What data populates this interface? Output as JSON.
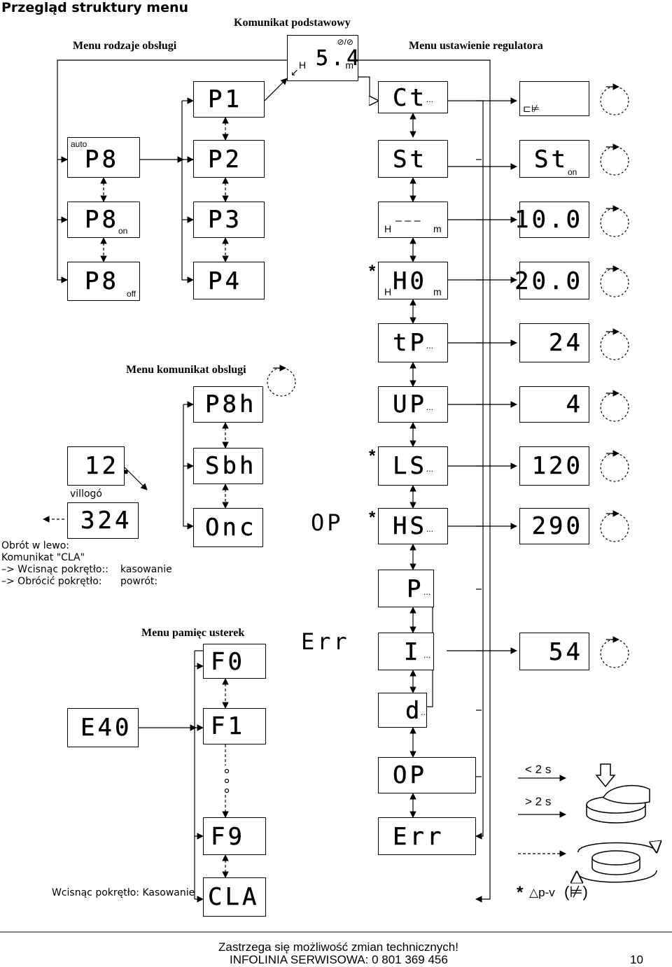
{
  "page": {
    "title": "Przegląd struktury menu",
    "footer_notice": "Zastrzega się możliwość zmian technicznych!",
    "footer_hotline": "INFOLINIA SERWISOWA: 0 801 369 456",
    "page_number": "10"
  },
  "headings": {
    "basic_message": "Komunikat podstawowy",
    "operating_modes_menu": "Menu rodzaje obsługi",
    "controller_settings_menu": "Menu ustawienie regulatora",
    "service_message_menu": "Menu komunikat obslugi",
    "fault_memory_menu": "Menu pamięc usterek"
  },
  "basic_display": {
    "segment_text": "5.4",
    "left_unit": "H",
    "right_unit": "m",
    "status_symbol": "⊘/⊘"
  },
  "operating_modes": {
    "column_left": [
      {
        "segment": "P8",
        "indicator": "auto"
      },
      {
        "segment": "P8",
        "indicator": "on"
      },
      {
        "segment": "P8",
        "indicator": "off"
      }
    ],
    "column_right": [
      "P1",
      "P2",
      "P3",
      "P4"
    ]
  },
  "service_menu": {
    "displays": [
      "P8h",
      "Sbh",
      "Onc"
    ],
    "counter_display": "12.",
    "counter_value": "324",
    "blink_label": "villogó",
    "reset_text": {
      "line1": "Obrót w lewo:",
      "line2": "Komunikat \"CLA\"",
      "line3": "–> Wcisnąc pokrętło::",
      "line4": "–> Obrócić pokrętło:",
      "action_press": "kasowanie",
      "action_turn": "powrót:"
    },
    "op_floating": "OP"
  },
  "fault_menu": {
    "err_floating": "Err",
    "displays": [
      "F0",
      "F1",
      "F9",
      "CLA"
    ],
    "error_code": "E40",
    "clear_label": "Wcisnąc pokrętło: Kasowanie"
  },
  "controller_menu": {
    "items": [
      {
        "segment": "Ct",
        "unit": "..."
      },
      {
        "segment": "St",
        "unit": ""
      },
      {
        "segment": "– – –",
        "left_unit": "H",
        "right_unit": "m"
      },
      {
        "segment": "H0",
        "left_unit": "H",
        "right_unit": "m"
      },
      {
        "segment": "tP",
        "unit": "..."
      },
      {
        "segment": "UP",
        "unit": "..."
      },
      {
        "segment": "LS",
        "unit": "..."
      },
      {
        "segment": "HS",
        "unit": "..."
      },
      {
        "segment": "P",
        "unit": "..."
      },
      {
        "segment": "I",
        "unit": "..."
      },
      {
        "segment": "d",
        "unit": "..."
      },
      {
        "segment": "OP",
        "unit": ""
      },
      {
        "segment": "Err",
        "unit": ""
      }
    ],
    "values": [
      {
        "segment": "",
        "indicator": "⊏⊭"
      },
      {
        "segment": "St",
        "indicator": "on"
      },
      {
        "segment": "10.0",
        "indicator": ""
      },
      {
        "segment": "20.0",
        "indicator": ""
      },
      {
        "segment": "24",
        "indicator": ""
      },
      {
        "segment": "4",
        "indicator": ""
      },
      {
        "segment": "120",
        "indicator": ""
      },
      {
        "segment": "290",
        "indicator": ""
      },
      {
        "segment": "54",
        "indicator": ""
      }
    ]
  },
  "legend": {
    "short_press": "< 2 s",
    "long_press": "> 2 s",
    "note_star": "*",
    "note_text": "△p-v",
    "note_symbol": "(⊭)"
  },
  "stars": [
    "*",
    "*",
    "*"
  ]
}
